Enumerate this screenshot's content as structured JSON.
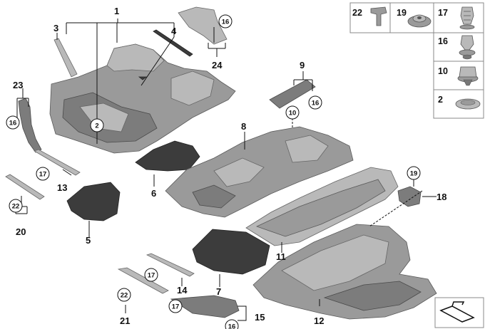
{
  "labels": {
    "p1": "1",
    "p2": "2",
    "p3": "3",
    "p4": "4",
    "p5": "5",
    "p6": "6",
    "p7": "7",
    "p8": "8",
    "p9": "9",
    "p10": "10",
    "p11": "11",
    "p12": "12",
    "p13": "13",
    "p14": "14",
    "p15": "15",
    "p16": "16",
    "p17": "17",
    "p18": "18",
    "p19": "19",
    "p20": "20",
    "p21": "21",
    "p22": "22",
    "p23": "23",
    "p24": "24"
  },
  "legend": {
    "top": [
      "22",
      "19"
    ],
    "side": [
      "17",
      "16",
      "10",
      "2"
    ]
  }
}
